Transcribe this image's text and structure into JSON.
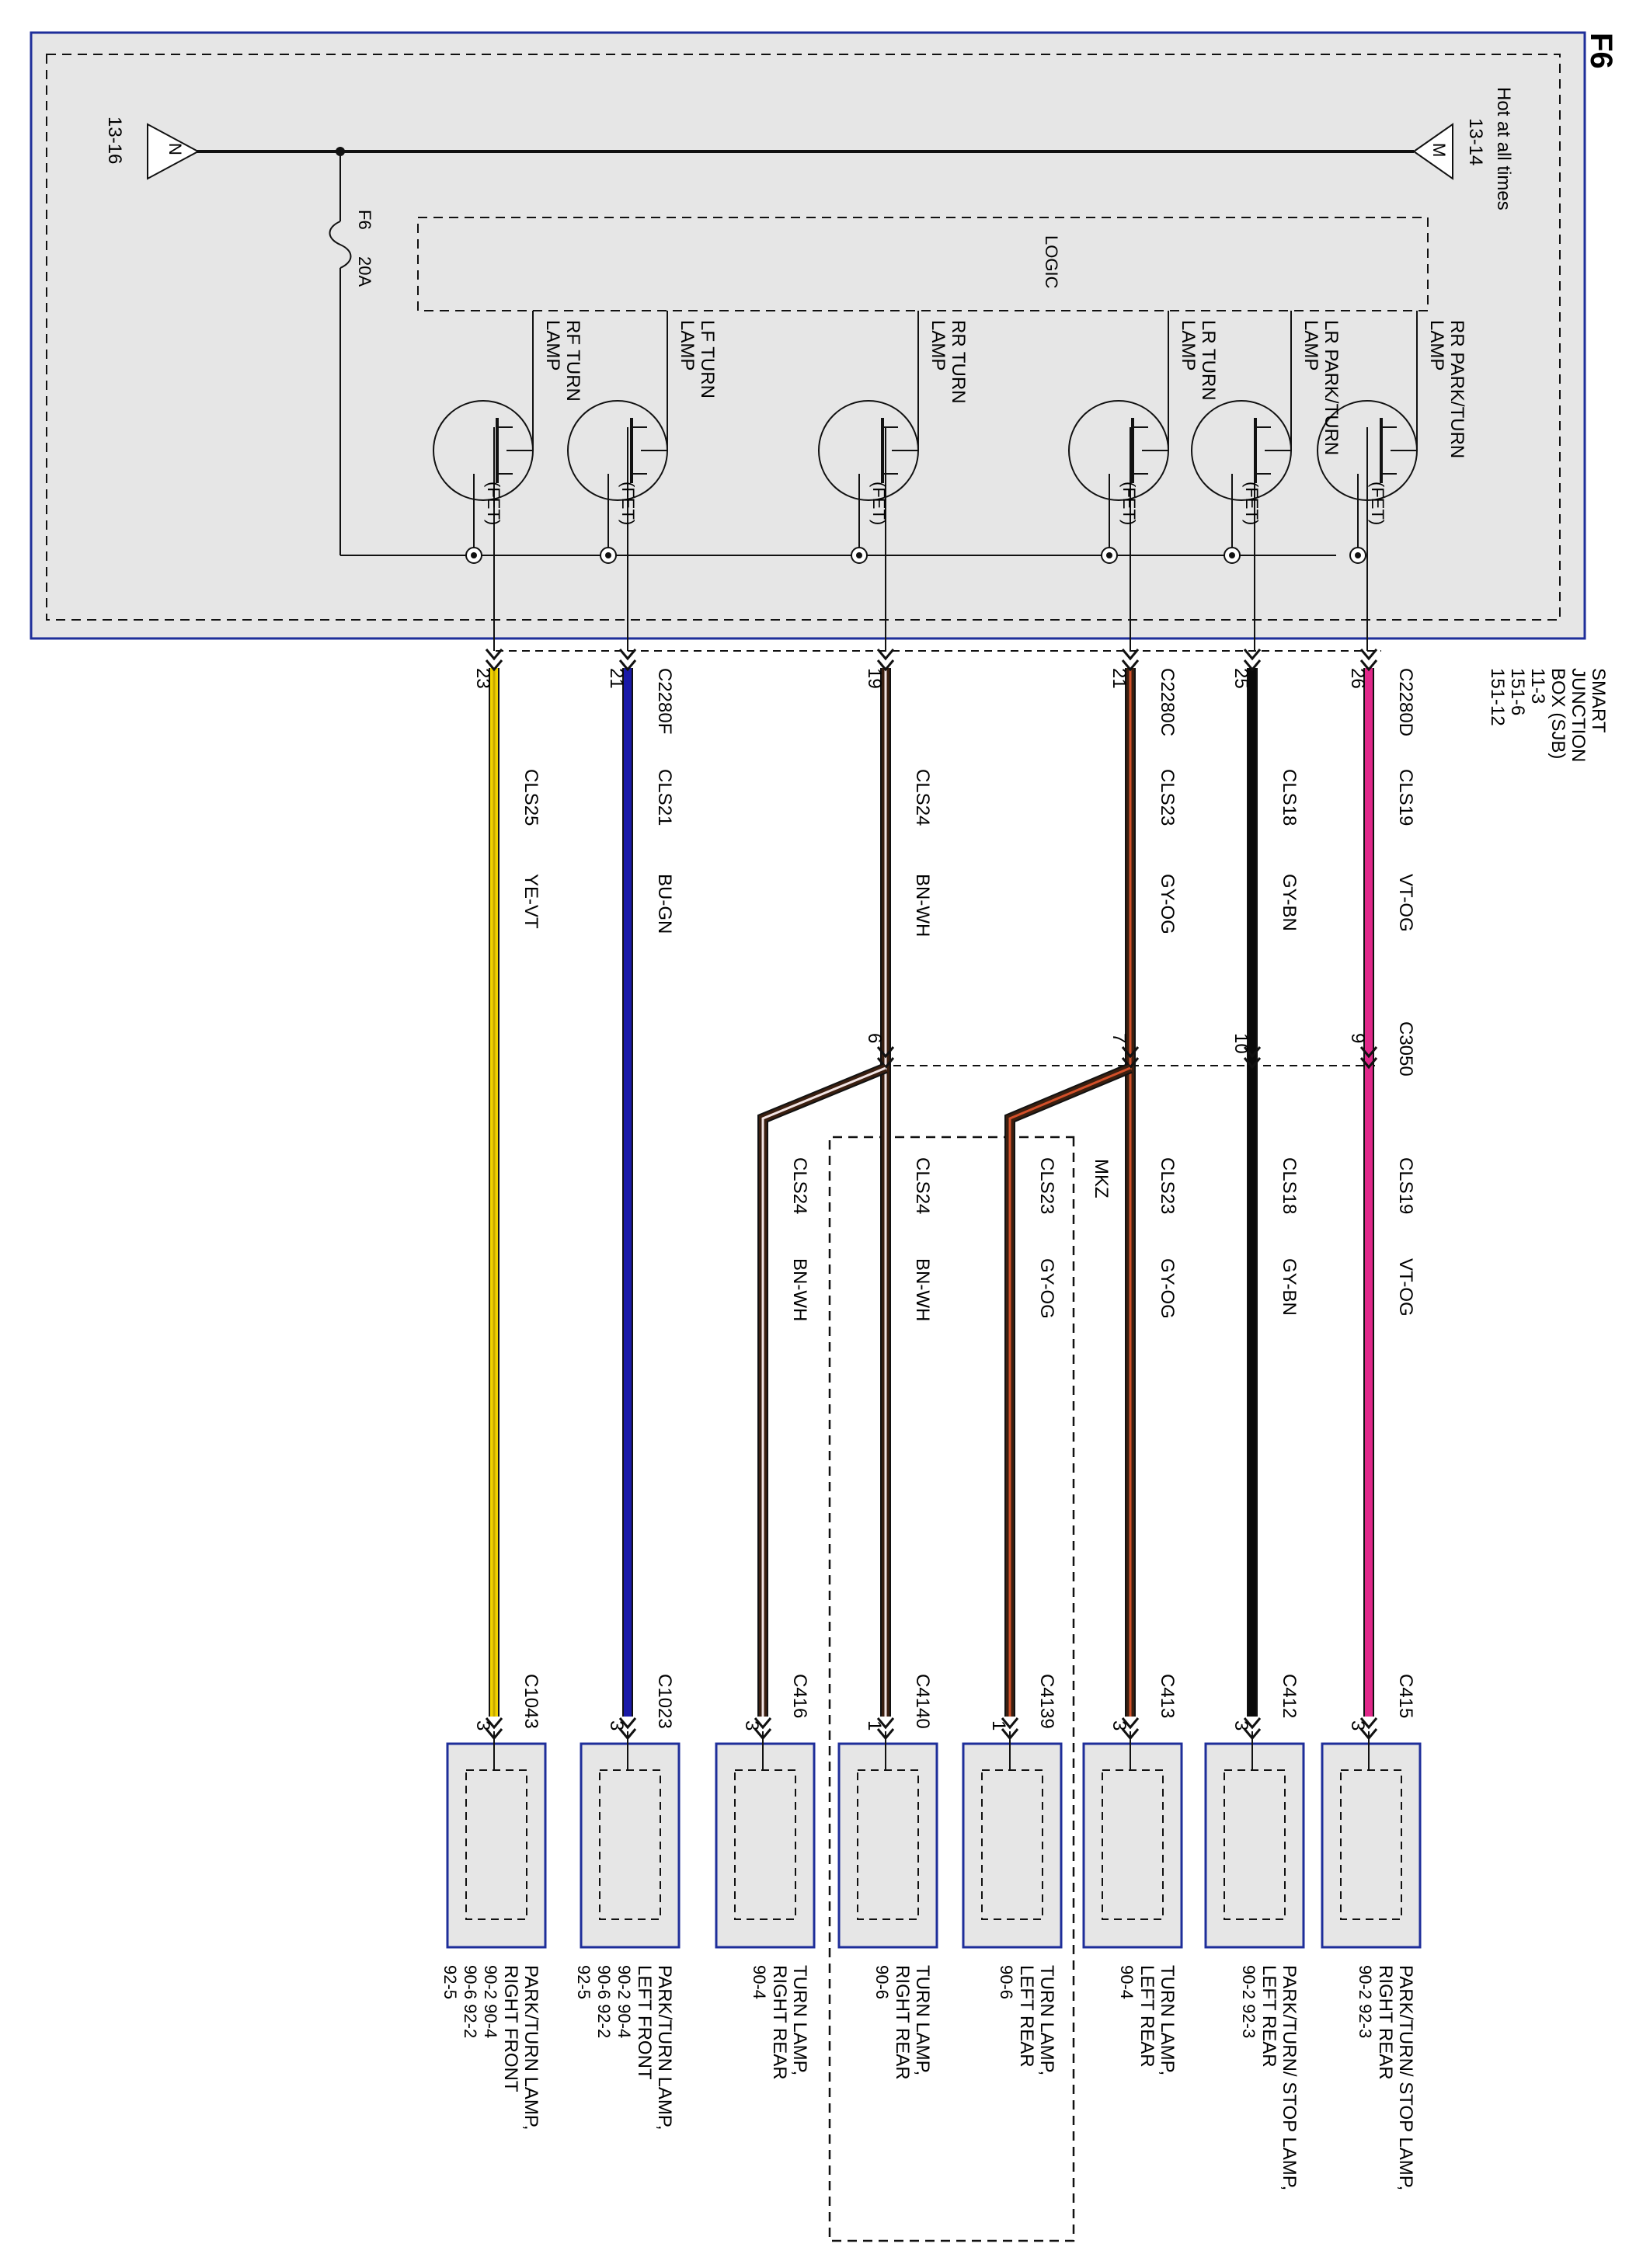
{
  "page_id": "F6",
  "power_source": {
    "caption": "Hot at all times",
    "from_symbol": "M",
    "from_ref": "13-14",
    "to_symbol": "N",
    "to_ref": "13-16"
  },
  "fuse": {
    "id": "F6",
    "rating": "20A"
  },
  "logic_label": "LOGIC",
  "fet_label": "(FET)",
  "sjb": {
    "lines": [
      "SMART",
      "JUNCTION",
      "BOX (SJB)",
      "11-3",
      "151-6",
      "151-12"
    ]
  },
  "inline_connector": "C3050",
  "mkz_label": "MKZ",
  "circuits": [
    {
      "key": "rr_parkturn",
      "fet_label": "RR PARK/TURN LAMP",
      "sjb_conn": "C2280D",
      "sjb_pin": "26",
      "circuit": "CLS19",
      "color_code": "VT-OG",
      "inline_pin": "9",
      "end_conn": "C415",
      "end_pin": "3",
      "component": "PARK/TURN/ STOP LAMP, RIGHT REAR",
      "refs": [
        "90-2  92-3"
      ],
      "wire_color": "#e0288a",
      "stripe_color": "#e0288a"
    },
    {
      "key": "lr_parkturn",
      "fet_label": "LR PARK/TURN LAMP",
      "sjb_conn": "",
      "sjb_pin": "25",
      "circuit": "CLS18",
      "color_code": "GY-BN",
      "inline_pin": "10",
      "end_conn": "C412",
      "end_pin": "3",
      "component": "PARK/TURN/ STOP LAMP, LEFT REAR",
      "refs": [
        "90-2  92-3"
      ],
      "wire_color": "#0a0a0a",
      "stripe_color": "#0a0a0a"
    },
    {
      "key": "lr_turn",
      "fet_label": "LR TURN LAMP",
      "sjb_conn": "C2280C",
      "sjb_pin": "21",
      "circuit": "CLS23",
      "color_code": "GY-OG",
      "inline_pin": "7",
      "end_conn": "C413",
      "end_pin": "3",
      "component": "TURN LAMP, LEFT REAR",
      "refs": [
        "90-4"
      ],
      "wire_color": "#3a1f10",
      "stripe_color": "#d3502a"
    },
    {
      "key": "rr_turn",
      "fet_label": "RR TURN LAMP",
      "sjb_conn": "",
      "sjb_pin": "19",
      "circuit": "CLS24",
      "color_code": "BN-WH",
      "inline_pin": "6",
      "end_conn": "C4140",
      "end_pin": "1",
      "component": "TURN LAMP, RIGHT REAR",
      "refs": [
        "90-6"
      ],
      "wire_color": "#3a1f10",
      "stripe_color": "#f2e4e4"
    },
    {
      "key": "lf_turn",
      "fet_label": "LF TURN LAMP",
      "sjb_conn": "C2280F",
      "sjb_pin": "21",
      "circuit": "CLS21",
      "color_code": "BU-GN",
      "inline_pin": "",
      "end_conn": "C1023",
      "end_pin": "3",
      "component": "PARK/TURN LAMP, LEFT FRONT",
      "refs": [
        "90-2  90-4",
        "90-6  92-2",
        "92-5"
      ],
      "wire_color": "#1a1aa8",
      "stripe_color": "#1a1aa8"
    },
    {
      "key": "rf_turn",
      "fet_label": "RF TURN LAMP",
      "sjb_conn": "",
      "sjb_pin": "23",
      "circuit": "CLS25",
      "color_code": "YE-VT",
      "inline_pin": "",
      "end_conn": "C1043",
      "end_pin": "3",
      "component": "PARK/TURN LAMP, RIGHT FRONT",
      "refs": [
        "90-2  90-4",
        "90-6  92-2",
        "92-5"
      ],
      "wire_color": "#f0d200",
      "stripe_color": "#c8a800"
    }
  ],
  "branches": [
    {
      "key": "mkz_lr_turn",
      "circuit": "CLS23",
      "color_code": "GY-OG",
      "end_conn": "C4139",
      "end_pin": "1",
      "component": "TURN LAMP, LEFT REAR",
      "refs": [
        "90-6"
      ],
      "wire_color": "#3a1f10",
      "stripe_color": "#d3502a"
    },
    {
      "key": "rr_turn_c416",
      "circuit": "CLS24",
      "color_code": "BN-WH",
      "end_conn": "C416",
      "end_pin": "3",
      "component": "TURN LAMP, RIGHT REAR",
      "refs": [
        "90-4"
      ],
      "wire_color": "#3a1f10",
      "stripe_color": "#f2e4e4"
    }
  ],
  "colors": {
    "box_fill": "#e6e6e6",
    "box_border": "#1e2e9a",
    "line": "#111111"
  }
}
